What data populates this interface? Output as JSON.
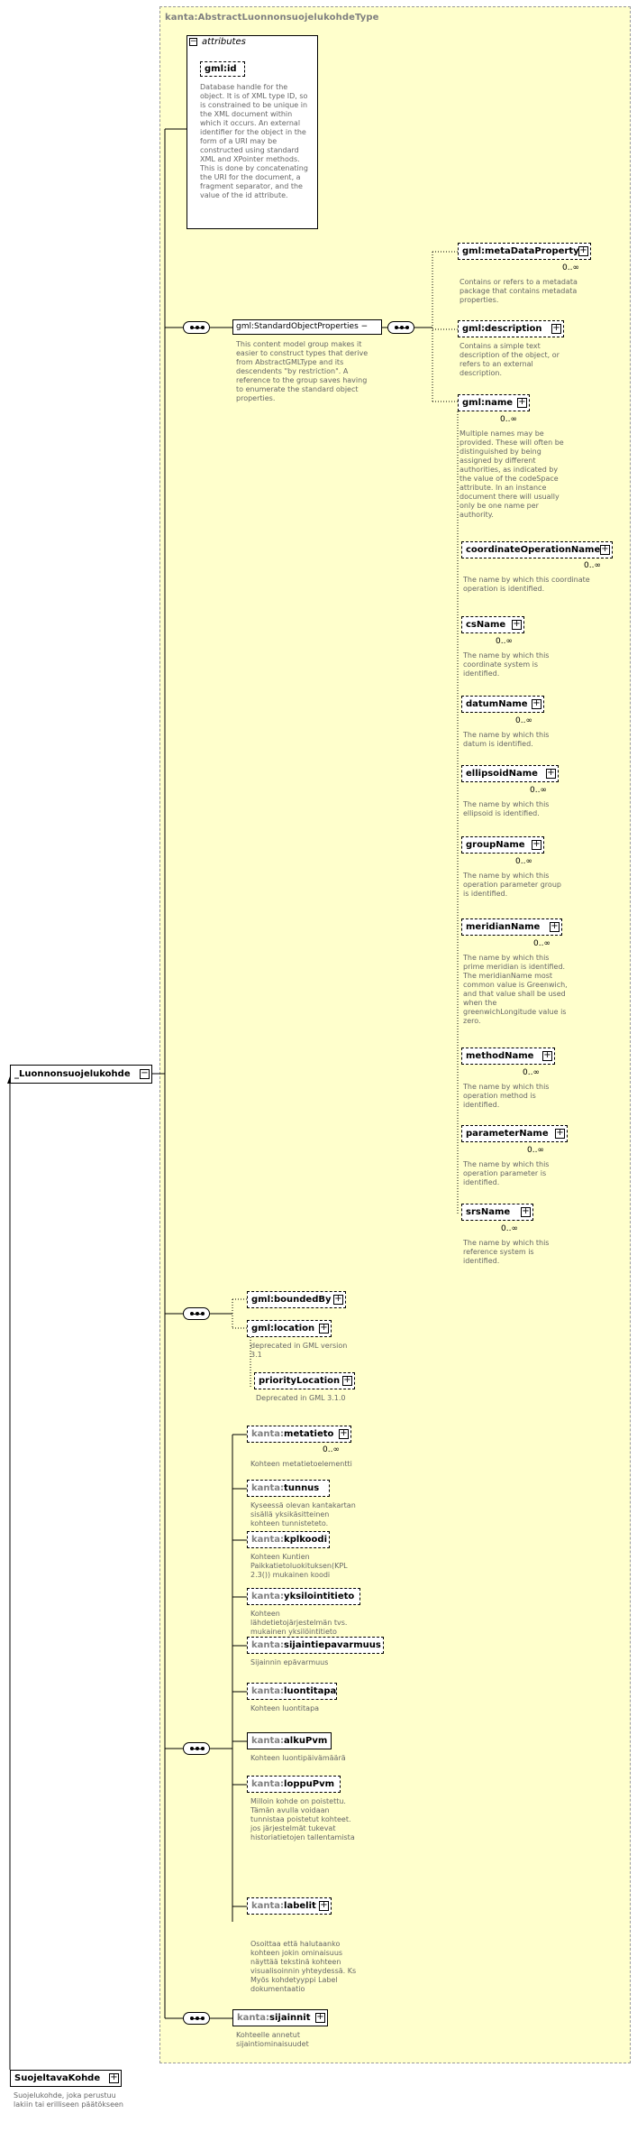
{
  "type_title": "kanta:AbstractLuonnonsuojelukohdeType",
  "attributes": {
    "header": "attributes",
    "items": [
      {
        "name": "gml:id",
        "doc": "Database handle for the object.  It is of XML type ID, so is constrained to be unique in the XML document within which it occurs.  An external identifier for the object in the form of a URI may be constructed using standard XML and XPointer methods.  This is done by concatenating the URI for the document, a fragment separator, and the value of the id attribute."
      }
    ]
  },
  "root": {
    "name": "_Luonnonsuojelukohde"
  },
  "standard_group": {
    "name": "gml:StandardObjectProperties",
    "doc": "This content model group makes it easier to construct types that derive from AbstractGMLType and its descendents \"by restriction\".  A reference to the group saves having to enumerate the standard object properties."
  },
  "standard_items": [
    {
      "name": "gml:metaDataProperty",
      "card": "0..∞",
      "doc": "Contains or refers to a metadata package that contains metadata properties."
    },
    {
      "name": "gml:description",
      "card": "",
      "doc": "Contains a simple text description of the object, or refers to an external description."
    },
    {
      "name": "gml:name",
      "card": "0..∞",
      "doc": "Multiple names may be provided.  These will often be distinguished by being assigned by different authorities, as indicated by the value of the codeSpace attribute.  In an instance document there will usually only be one name per authority."
    }
  ],
  "name_subs": [
    {
      "name": "coordinateOperationName",
      "card": "0..∞",
      "doc": "The name by which this coordinate operation is identified."
    },
    {
      "name": "csName",
      "card": "0..∞",
      "doc": "The name by which this coordinate system is identified."
    },
    {
      "name": "datumName",
      "card": "0..∞",
      "doc": "The name by which this datum is identified."
    },
    {
      "name": "ellipsoidName",
      "card": "0..∞",
      "doc": "The name by which this ellipsoid is identified."
    },
    {
      "name": "groupName",
      "card": "0..∞",
      "doc": "The name by which this operation parameter group is identified."
    },
    {
      "name": "meridianName",
      "card": "0..∞",
      "doc": "The name by which this prime meridian is identified. The meridianName most common value is Greenwich, and that value shall be used when the greenwichLongitude value is zero."
    },
    {
      "name": "methodName",
      "card": "0..∞",
      "doc": "The name by which this operation method is identified."
    },
    {
      "name": "parameterName",
      "card": "0..∞",
      "doc": "The name by which this operation parameter is identified."
    },
    {
      "name": "srsName",
      "card": "0..∞",
      "doc": "The name by which this reference system is identified."
    }
  ],
  "feature_items": [
    {
      "name": "gml:boundedBy",
      "card": "",
      "doc": ""
    },
    {
      "name": "gml:location",
      "card": "",
      "doc": "deprecated in GML version 3.1"
    },
    {
      "name": "priorityLocation",
      "card": "",
      "doc": "Deprecated in GML 3.1.0"
    }
  ],
  "kanta_items": [
    {
      "prefix": "kanta:",
      "local": "metatieto",
      "card": "0..∞",
      "doc": "Kohteen metatietoelementti"
    },
    {
      "prefix": "kanta:",
      "local": "tunnus",
      "card": "",
      "doc": "Kyseessä olevan kantakartan sisällä yksikäsitteinen kohteen tunnisteteto."
    },
    {
      "prefix": "kanta:",
      "local": "kplkoodi",
      "card": "",
      "doc": "Kohteen Kuntien Paikkatietoluokituksen(KPL 2.3()) mukainen koodi"
    },
    {
      "prefix": "kanta:",
      "local": "yksilointitieto",
      "card": "",
      "doc": "Kohteen lähdetietojärjestelmän  tvs. mukainen yksilöintitieto"
    },
    {
      "prefix": "kanta:",
      "local": "sijaintiepavarmuus",
      "card": "",
      "doc": "Sijainnin epävarmuus"
    },
    {
      "prefix": "kanta:",
      "local": "luontitapa",
      "card": "",
      "doc": "Kohteen luontitapa"
    },
    {
      "prefix": "kanta:",
      "local": "alkuPvm",
      "card": "",
      "doc": "Kohteen luontipäivämäärä"
    },
    {
      "prefix": "kanta:",
      "local": "loppuPvm",
      "card": "",
      "doc": "Milloin kohde on poistettu. Tämän avulla voidaan tunnistaa poistetut kohteet. jos järjestelmät tukevat historiatietojen tallentamista"
    },
    {
      "prefix": "kanta:",
      "local": "labelit",
      "card": "",
      "doc": "Osoittaa että halutaanko kohteen jokin ominaisuus näyttää tekstinä kohteen visualisoinnin yhteydessä. Ks Myös kohdetyyppi Label dokumentaatio"
    }
  ],
  "sijainnit": {
    "prefix": "kanta:",
    "local": "sijainnit",
    "doc": "Kohteelle annetut sijaintiominaisuudet"
  },
  "substitution": {
    "name": "SuojeltavaKohde",
    "doc": "Suojelukohde, joka perustuu lakiin tai erilliseen päätökseen"
  }
}
